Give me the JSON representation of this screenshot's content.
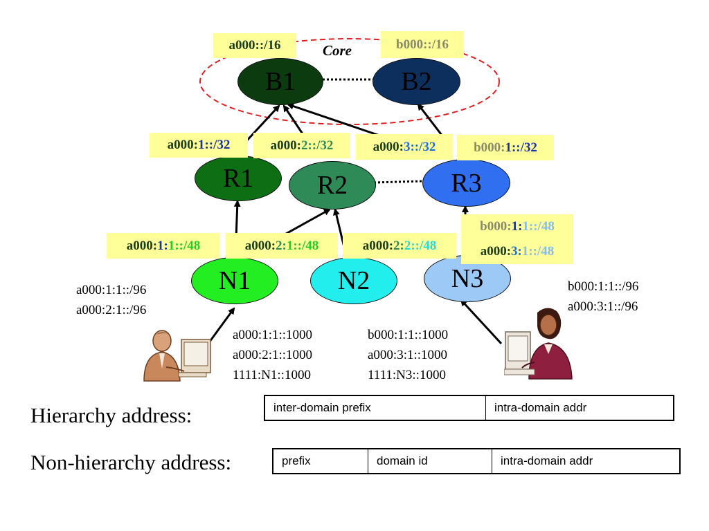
{
  "core_label": "Core",
  "nodes": {
    "B1": "B1",
    "B2": "B2",
    "R1": "R1",
    "R2": "R2",
    "R3": "R3",
    "N1": "N1",
    "N2": "N2",
    "N3": "N3"
  },
  "prefixes": {
    "b1": [
      {
        "text": "a000::/16",
        "color": "#1a3d1a"
      }
    ],
    "b2": [
      {
        "text": "b000::/16",
        "color": "#8a8a6a"
      }
    ],
    "r1": [
      {
        "text": "a000:",
        "color": "#1a3d1a"
      },
      {
        "text": "1::/32",
        "color": "#1a3399"
      }
    ],
    "r2": [
      {
        "text": "a000:",
        "color": "#1a3d1a"
      },
      {
        "text": "2::/32",
        "color": "#2e8b57"
      }
    ],
    "r3a": [
      {
        "text": "a000:",
        "color": "#1a3d1a"
      },
      {
        "text": "3::/32",
        "color": "#1e6fd9"
      }
    ],
    "r3b": [
      {
        "text": "b000:",
        "color": "#8a8a6a"
      },
      {
        "text": "1::/32",
        "color": "#1a3399"
      }
    ],
    "n1": [
      {
        "text": "a000:",
        "color": "#1a3d1a"
      },
      {
        "text": "1:",
        "color": "#1a3399"
      },
      {
        "text": "1::/48",
        "color": "#22cc22"
      }
    ],
    "n2a": [
      {
        "text": "a000:",
        "color": "#1a3d1a"
      },
      {
        "text": "2:",
        "color": "#2e8b57"
      },
      {
        "text": "1::/48",
        "color": "#22cc22"
      }
    ],
    "n2b": [
      {
        "text": "a000:",
        "color": "#1a3d1a"
      },
      {
        "text": "2:",
        "color": "#2e8b57"
      },
      {
        "text": "2::/48",
        "color": "#22dddd"
      }
    ],
    "n3a": [
      {
        "text": "b000:",
        "color": "#8a8a6a"
      },
      {
        "text": "1:",
        "color": "#1a3399"
      },
      {
        "text": "1::/48",
        "color": "#88bbee"
      }
    ],
    "n3b": [
      {
        "text": "a000:",
        "color": "#1a3d1a"
      },
      {
        "text": "3:",
        "color": "#1e6fd9"
      },
      {
        "text": "1::/48",
        "color": "#88bbee"
      }
    ]
  },
  "host_prefixes": {
    "left": "a000:1:1::/96\na000:2:1::/96",
    "right": "b000:1:1::/96\na000:3:1::/96"
  },
  "host_addresses": {
    "left": "a000:1:1::1000\na000:2:1::1000\n1111:N1::1000",
    "right": "b000:1:1::1000\na000:3:1::1000\n1111:N3::1000"
  },
  "formats": {
    "hierarchy_label": "Hierarchy address:",
    "hierarchy_fields": [
      "inter-domain prefix",
      "intra-domain addr"
    ],
    "nonhierarchy_label": "Non-hierarchy address:",
    "nonhierarchy_fields": [
      "prefix",
      "domain id",
      "intra-domain addr"
    ]
  },
  "colors": {
    "B1": "#0d3b10",
    "B2": "#0d2f5e",
    "R1": "#0d6e14",
    "R2": "#2e8b57",
    "R3": "#2f6ff0",
    "N1": "#22ee22",
    "N2": "#22eeee",
    "N3": "#9cc9f5",
    "core_ellipse": "#e02020"
  }
}
